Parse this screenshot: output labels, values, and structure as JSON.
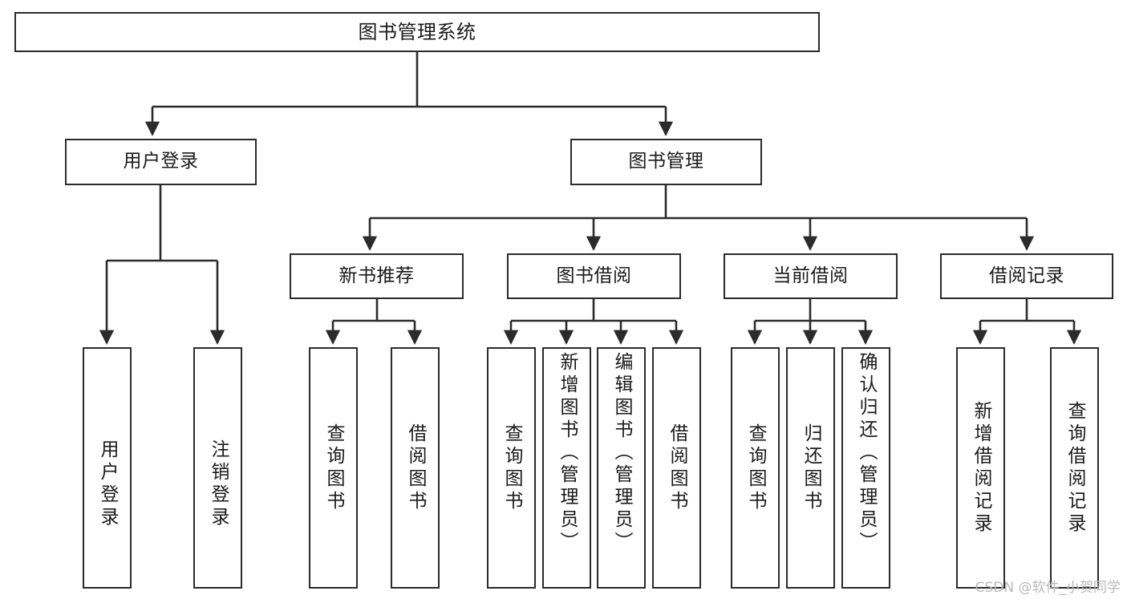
{
  "diagram": {
    "title": "图书管理系统",
    "type": "hierarchy-tree",
    "theme": {
      "background": "#ffffff",
      "node_border": "#2b2b2b",
      "node_fill": "#ffffff",
      "text": "#1a1a1a",
      "connector": "#2b2b2b",
      "watermark": "#b9b9b9"
    }
  },
  "nodes": {
    "root": {
      "label": "图书管理系统"
    },
    "level2": [
      {
        "id": "user-login",
        "label": "用户登录"
      },
      {
        "id": "book-manage",
        "label": "图书管理"
      }
    ],
    "level3": [
      {
        "id": "new-book-recommend",
        "label": "新书推荐"
      },
      {
        "id": "book-borrow",
        "label": "图书借阅"
      },
      {
        "id": "current-borrow",
        "label": "当前借阅"
      },
      {
        "id": "borrow-record",
        "label": "借阅记录"
      }
    ],
    "leaves": [
      {
        "id": "leaf-user-login",
        "label": "用户登录",
        "parent": "user-login"
      },
      {
        "id": "leaf-user-logout",
        "label": "注销登录",
        "parent": "user-login"
      },
      {
        "id": "leaf-query-book-1",
        "label": "查询图书",
        "parent": "new-book-recommend"
      },
      {
        "id": "leaf-borrow-book-1",
        "label": "借阅图书",
        "parent": "new-book-recommend"
      },
      {
        "id": "leaf-query-book-2",
        "label": "查询图书",
        "parent": "book-borrow"
      },
      {
        "id": "leaf-add-book",
        "label": "新增图书（管理员）",
        "parent": "book-borrow"
      },
      {
        "id": "leaf-edit-book",
        "label": "编辑图书（管理员）",
        "parent": "book-borrow"
      },
      {
        "id": "leaf-borrow-book-2",
        "label": "借阅图书",
        "parent": "book-borrow"
      },
      {
        "id": "leaf-query-book-3",
        "label": "查询图书",
        "parent": "current-borrow"
      },
      {
        "id": "leaf-return-book",
        "label": "归还图书",
        "parent": "current-borrow"
      },
      {
        "id": "leaf-confirm-return",
        "label": "确认归还（管理员）",
        "parent": "current-borrow"
      },
      {
        "id": "leaf-add-record",
        "label": "新增借阅记录",
        "parent": "borrow-record"
      },
      {
        "id": "leaf-query-record",
        "label": "查询借阅记录",
        "parent": "borrow-record"
      }
    ]
  },
  "watermark": {
    "text": "CSDN @软件_小贺同学"
  }
}
